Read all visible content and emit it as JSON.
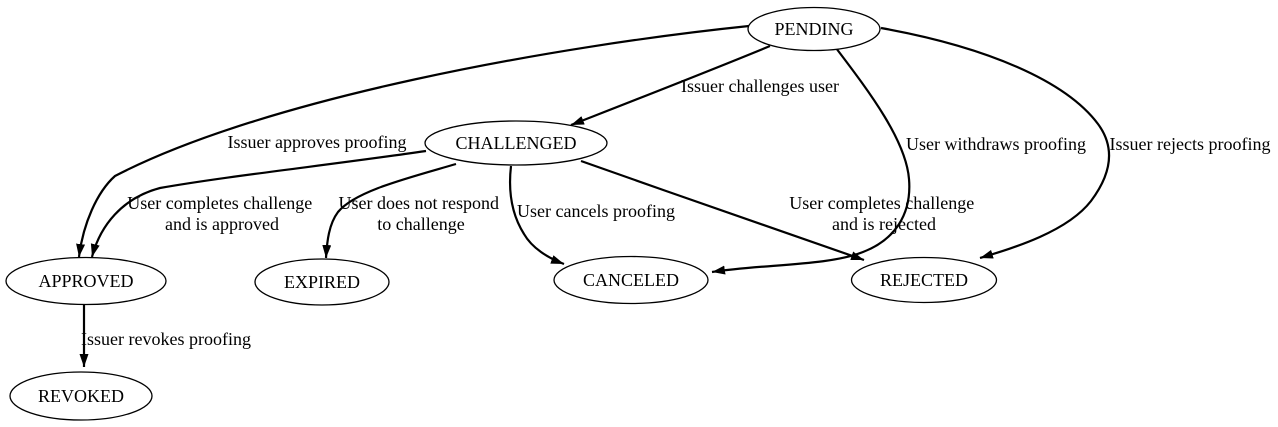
{
  "nodes": {
    "pending": "PENDING",
    "challenged": "CHALLENGED",
    "approved": "APPROVED",
    "expired": "EXPIRED",
    "canceled": "CANCELED",
    "rejected": "REJECTED",
    "revoked": "REVOKED"
  },
  "edges": {
    "pending_challenged": {
      "label": "Issuer challenges user"
    },
    "pending_approved": {
      "label": "Issuer approves proofing"
    },
    "pending_canceled": {
      "label": "User withdraws proofing"
    },
    "pending_rejected": {
      "label": "Issuer rejects proofing"
    },
    "challenged_approved": {
      "line1": "User completes challenge",
      "line2": "and is approved"
    },
    "challenged_expired": {
      "line1": "User does not respond",
      "line2": "to challenge"
    },
    "challenged_canceled": {
      "label": "User cancels proofing"
    },
    "challenged_rejected": {
      "line1": "User completes challenge",
      "line2": "and is rejected"
    },
    "approved_revoked": {
      "label": "Issuer revokes proofing"
    }
  },
  "colors": {
    "background": "#ffffff",
    "line": "#000000",
    "text": "#000000"
  }
}
